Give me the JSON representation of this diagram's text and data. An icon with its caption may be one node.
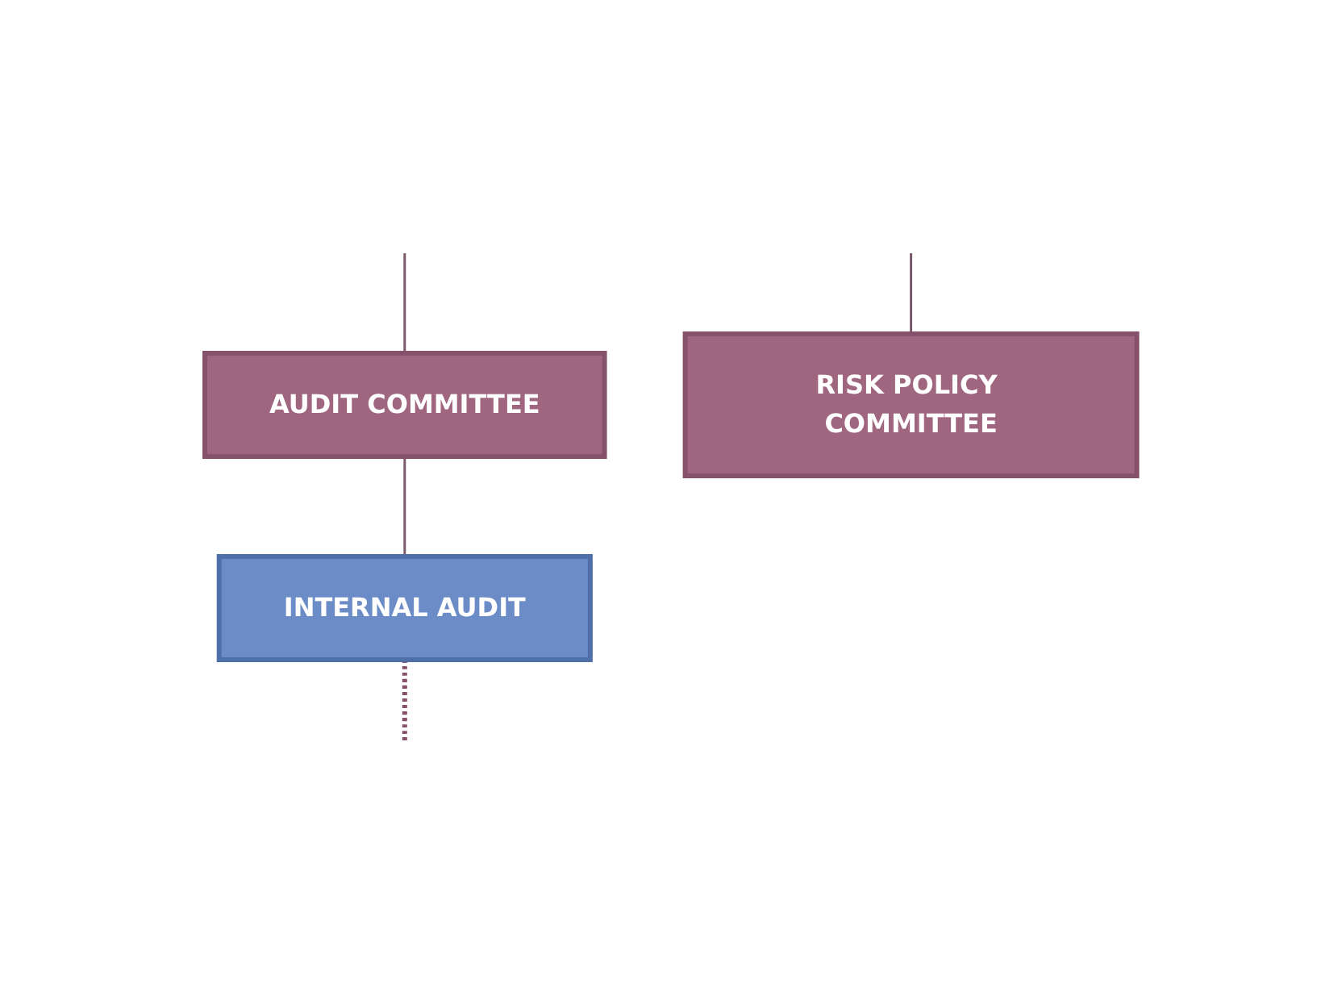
{
  "diagram": {
    "nodes": [
      {
        "text": [
          "AUDIT COMMITTEE"
        ]
      },
      {
        "text": [
          "RISK POLICY COMMITTEE"
        ]
      },
      {
        "text": [
          "INTERNAL AUDIT"
        ]
      }
    ],
    "edges": [
      {
        "from": null,
        "to": 0,
        "arrow": "none"
      },
      {
        "from": null,
        "to": 1,
        "arrow": "none"
      },
      {
        "from": 0,
        "to": 2,
        "arrow": "none"
      },
      {
        "from": 2,
        "to": null,
        "arrow": "none",
        "style": "dashed",
        "color": "#86526b"
      }
    ]
  }
}
